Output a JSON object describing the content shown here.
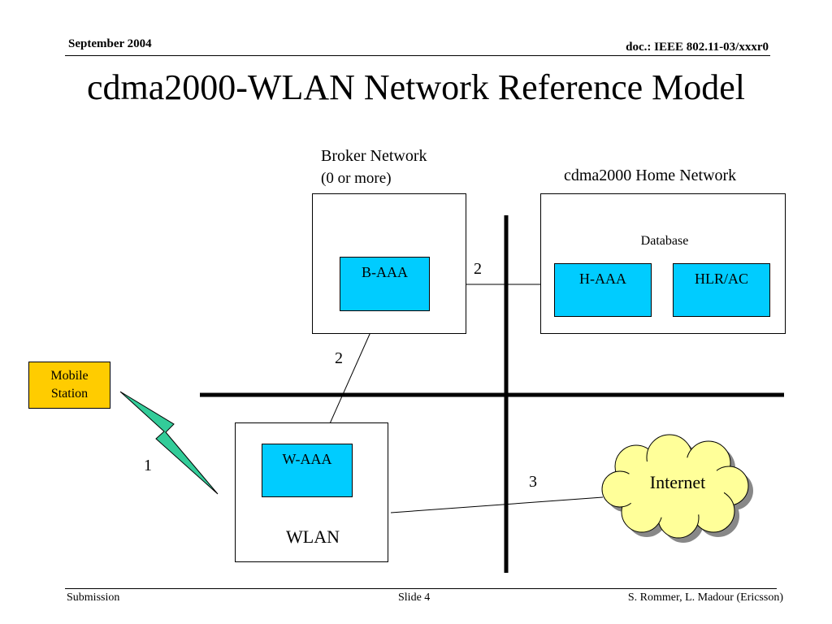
{
  "header": {
    "date": "September 2004",
    "doc_id": "doc.: IEEE 802.11-03/xxxr0"
  },
  "title": "cdma2000-WLAN Network Reference Model",
  "broker_network": {
    "label_line1": "Broker Network",
    "label_line2": "(0 or more)",
    "node": "B-AAA"
  },
  "home_network": {
    "label": "cdma2000 Home Network",
    "database": "Database",
    "haaa": "H-AAA",
    "hlr": "HLR/AC"
  },
  "wlan": {
    "label": "WLAN",
    "node": "W-AAA"
  },
  "mobile_station": {
    "line1": "Mobile",
    "line2": "Station"
  },
  "internet": "Internet",
  "interfaces": {
    "link1": "1",
    "link2_top": "2",
    "link2_mid": "2",
    "link3": "3"
  },
  "colors": {
    "node_fill": "#00ccff",
    "database_fill": "#00cc99",
    "mobile_fill": "#ffcc00",
    "cloud_fill": "#ffff99",
    "bolt_fill": "#33cc99"
  },
  "footer": {
    "left": "Submission",
    "center": "Slide 4",
    "right": "S. Rommer, L. Madour (Ericsson)"
  }
}
